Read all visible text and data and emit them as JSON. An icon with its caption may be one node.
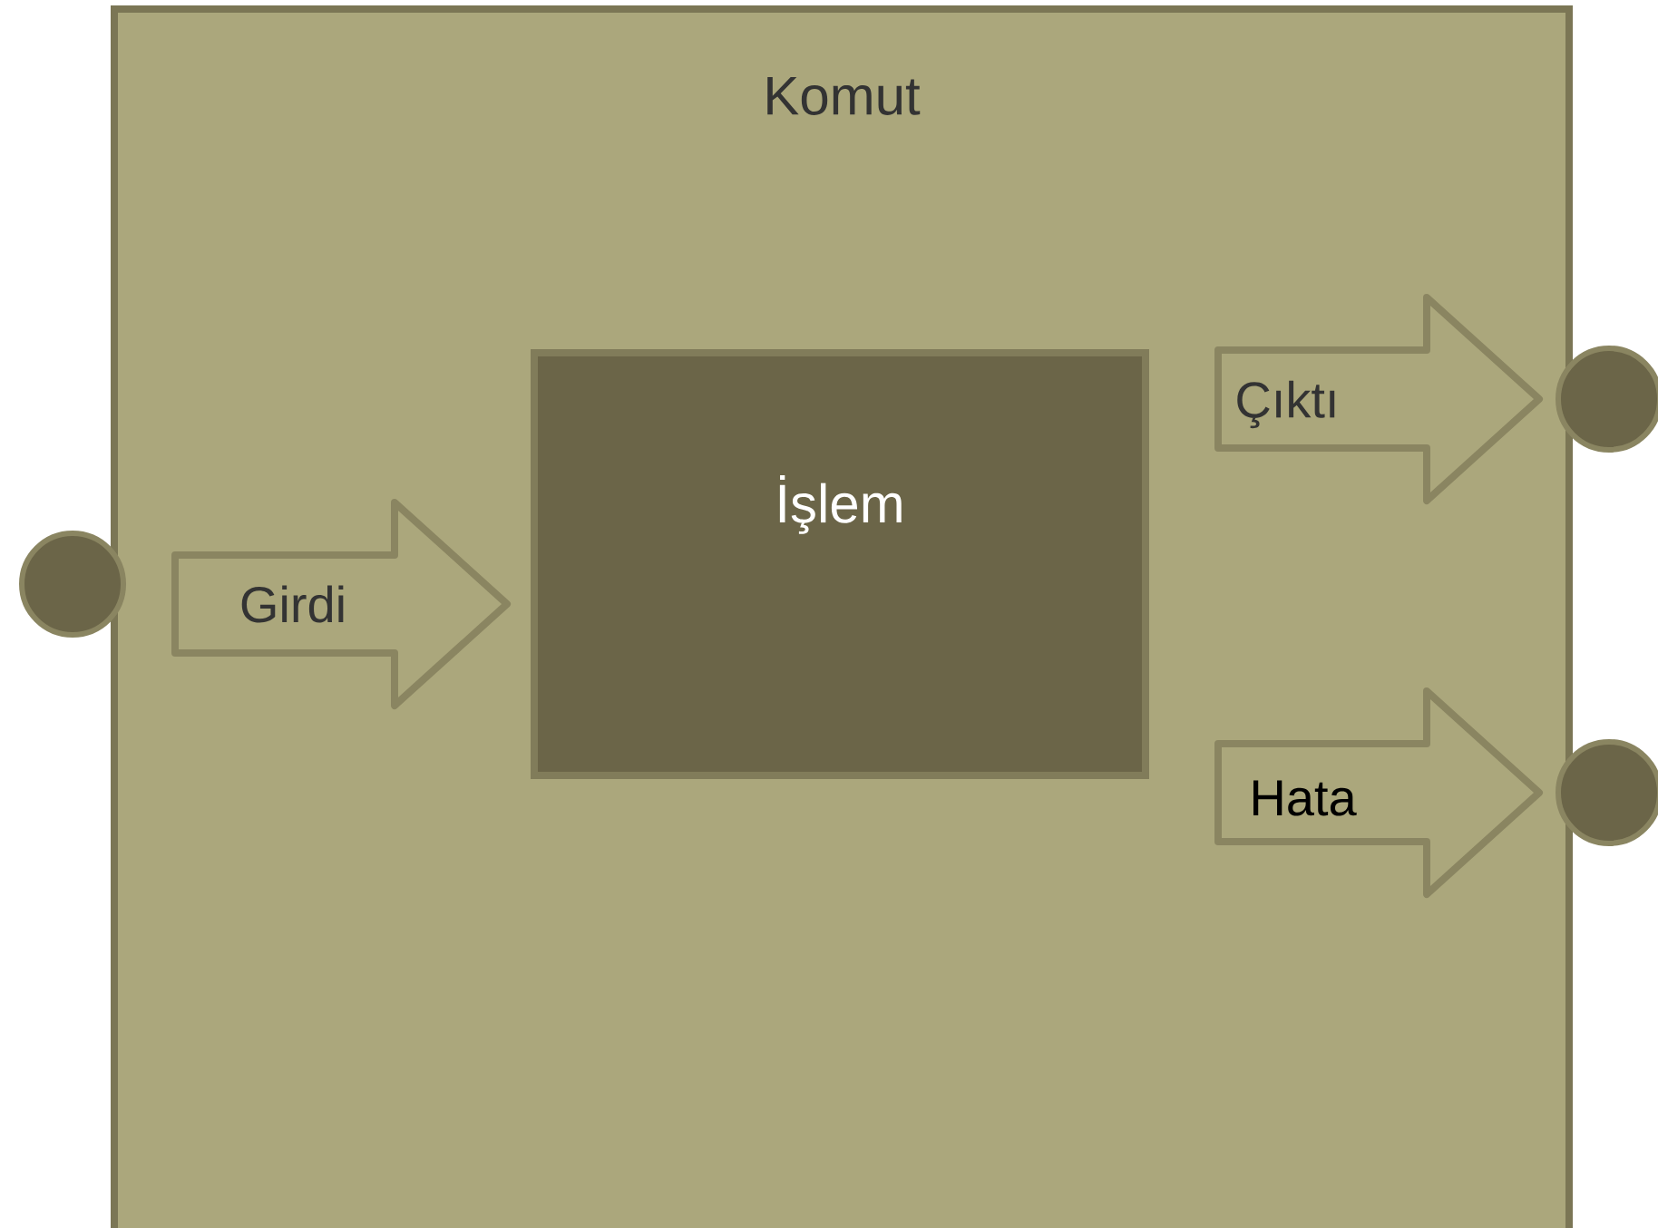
{
  "diagram": {
    "nodes": [
      {
        "text": [
          "Komut"
        ]
      },
      {
        "text": [
          "İşlem"
        ],
        "in": 0
      },
      {
        "text": [],
        "shape": "circle"
      },
      {
        "text": [],
        "shape": "circle"
      },
      {
        "text": [],
        "shape": "circle"
      }
    ],
    "edges": [
      {
        "from": 2,
        "to": 1,
        "arrow": "to",
        "label": "Girdi"
      },
      {
        "from": 1,
        "to": 3,
        "arrow": "to",
        "label": "Çıktı"
      },
      {
        "from": 1,
        "to": 4,
        "arrow": "to",
        "label": "Hata"
      }
    ]
  }
}
